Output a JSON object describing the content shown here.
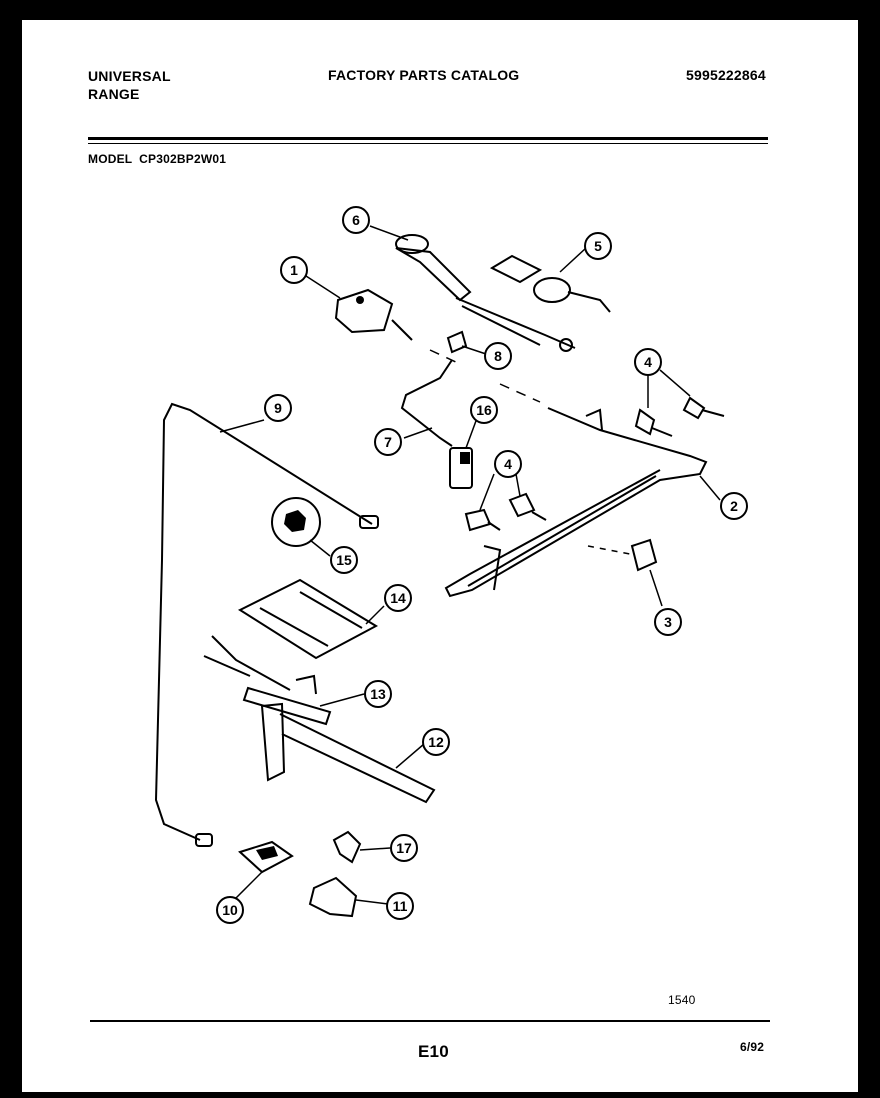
{
  "header": {
    "brand_line1": "UNIVERSAL",
    "brand_line2": "RANGE",
    "catalog_title": "FACTORY PARTS CATALOG",
    "catalog_number": "5995222864",
    "model_label": "MODEL  CP302BP2W01"
  },
  "footer": {
    "drawing_number": "1540",
    "page_code": "E10",
    "date": "6/92"
  },
  "callouts": {
    "c1": "1",
    "c2": "2",
    "c3": "3",
    "c4a": "4",
    "c4b": "4",
    "c5": "5",
    "c6": "6",
    "c7": "7",
    "c8": "8",
    "c9": "9",
    "c10": "10",
    "c11": "11",
    "c12": "12",
    "c13": "13",
    "c14": "14",
    "c15": "15",
    "c16": "16",
    "c17": "17"
  }
}
